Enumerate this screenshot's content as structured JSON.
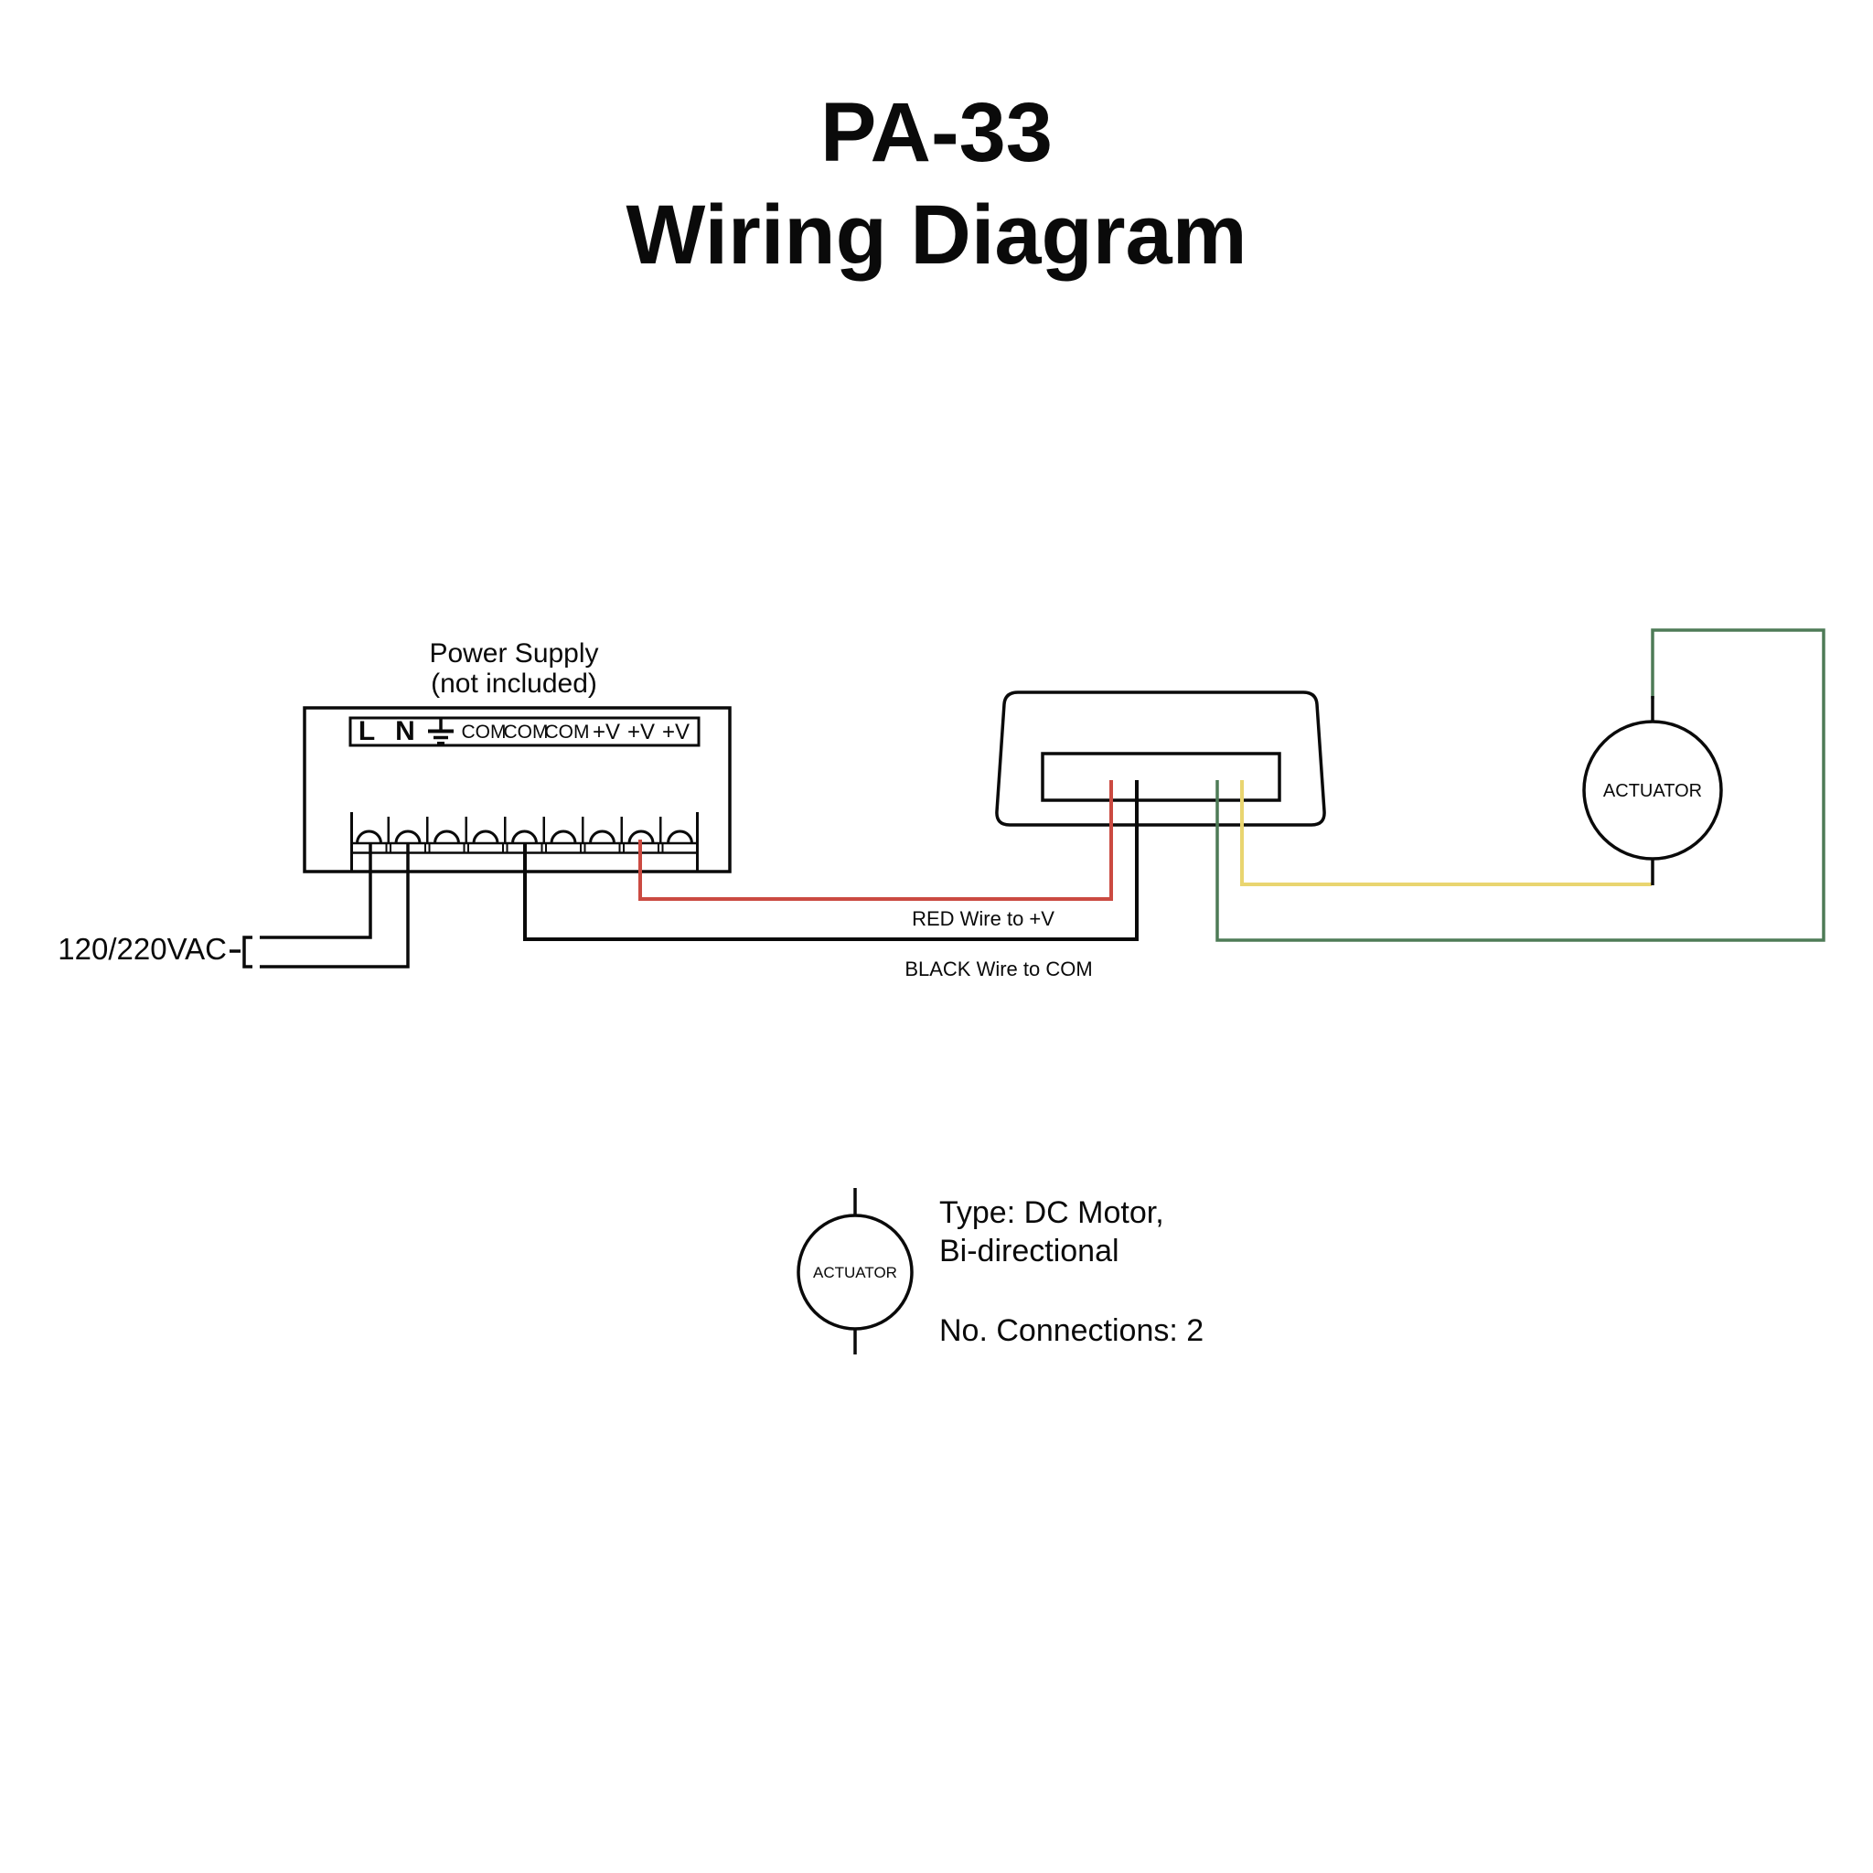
{
  "title": {
    "model": "PA-33",
    "subtitle": "Wiring Diagram"
  },
  "power_supply": {
    "name_line1": "Power Supply",
    "name_line2": "(not included)",
    "terminal_labels": [
      "L",
      "N",
      "COM",
      "COM",
      "COM",
      "+V",
      "+V",
      "+V"
    ],
    "ground_icon": "earth-ground-symbol"
  },
  "ac_input": {
    "label": "120/220VAC"
  },
  "wire_labels": {
    "red": "RED Wire to +V",
    "black": "BLACK Wire to COM"
  },
  "actuator": {
    "label": "ACTUATOR"
  },
  "legend": {
    "actuator_label": "ACTUATOR",
    "type_line1": "Type: DC Motor,",
    "type_line2": "Bi-directional",
    "connections": "No. Connections: 2"
  },
  "colors": {
    "line": "#0a0a0a",
    "red_wire": "#cb4a41",
    "green_wire": "#4e7b57",
    "yellow_wire": "#e9d570"
  }
}
